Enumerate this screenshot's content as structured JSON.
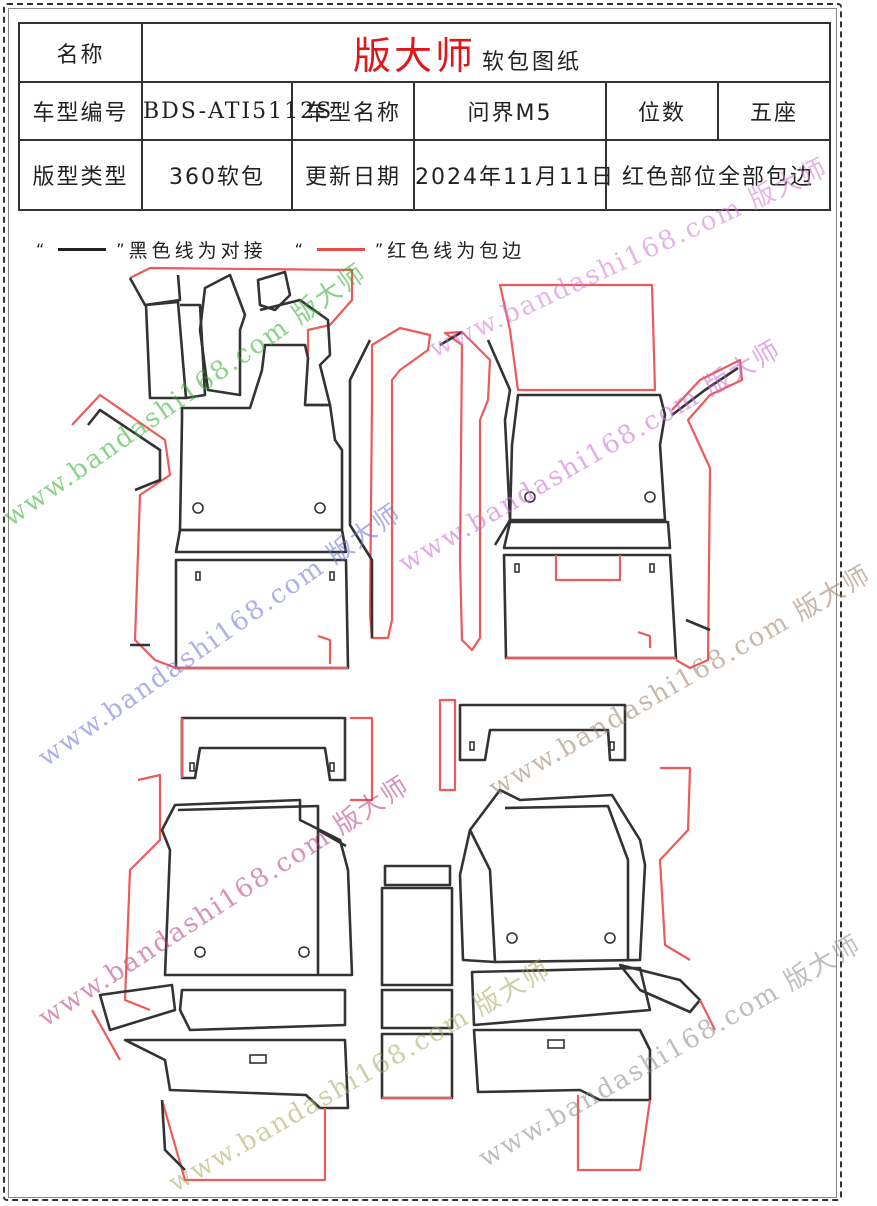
{
  "header": {
    "name_label": "名称",
    "brand": "版大师",
    "subtitle": "软包图纸",
    "model_code_label": "车型编号",
    "model_code": "BDS-ATI5112S",
    "model_name_label": "车型名称",
    "model_name": "问界M5",
    "seats_label": "位数",
    "seats": "五座",
    "type_label": "版型类型",
    "type": "360软包",
    "date_label": "更新日期",
    "date": "2024年11月11日",
    "note": "红色部位全部包边"
  },
  "legend": {
    "black_text": "黑色线为对接",
    "red_text": "红色线为包边",
    "black_color": "#333333",
    "red_color": "#ec5a5a"
  },
  "watermark": {
    "text": "www.bandashi168.com 版大师"
  }
}
